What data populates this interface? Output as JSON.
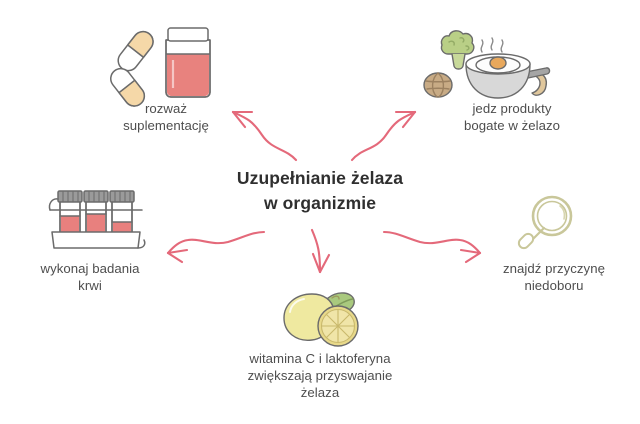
{
  "background_color": "#ffffff",
  "center": {
    "title": "Uzupełnianie żelaza\nw organizmie",
    "text_color": "#2f2f2f"
  },
  "accent_colors": {
    "arrow": "#e4697a",
    "liquid_pink": "#e8827e",
    "blood": "#e8807e",
    "capsule_cream": "#f5d8a8",
    "broccoli_green": "#b9cf86",
    "lemon_yellow": "#efe9a0",
    "lemon_half": "#e8d98a",
    "leaf_green": "#a9c97e",
    "magnifier_olive": "#c9c79a",
    "pan_gray": "#9a9a9a",
    "egg_yolk": "#e8a85c",
    "nut_brown": "#bda37f",
    "outline": "#6b6b6b"
  },
  "nodes": [
    {
      "id": "supplementation",
      "icon": "pills-and-jar-icon",
      "label": "rozważ\nsuplementację"
    },
    {
      "id": "iron-rich-foods",
      "icon": "frying-pan-with-egg-broccoli-nuts-icon",
      "label": "jedz produkty\nbogate w żelazo"
    },
    {
      "id": "blood-tests",
      "icon": "blood-test-tubes-icon",
      "label": "wykonaj badania\nkrwi"
    },
    {
      "id": "find-cause",
      "icon": "magnifying-glass-icon",
      "label": "znajdź przyczynę\nniedoboru"
    },
    {
      "id": "vitamin-c-lactoferrin",
      "icon": "lemon-icon",
      "label": "witamina C i laktoferyna\nzwiększają przyswajanie\nżelaza"
    }
  ],
  "arrows": [
    {
      "id": "arrow-to-supplementation",
      "direction": "up-left"
    },
    {
      "id": "arrow-to-iron-rich-foods",
      "direction": "up-right"
    },
    {
      "id": "arrow-to-blood-tests",
      "direction": "down-left"
    },
    {
      "id": "arrow-to-vitamin-c",
      "direction": "down"
    },
    {
      "id": "arrow-to-find-cause",
      "direction": "down-right"
    }
  ]
}
